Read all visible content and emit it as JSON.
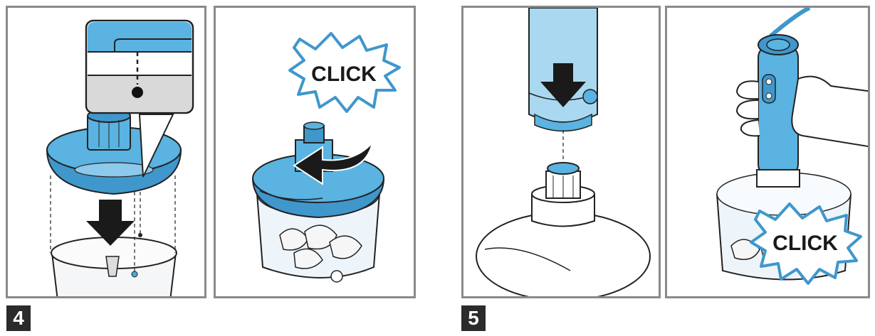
{
  "steps": [
    {
      "number": "4"
    },
    {
      "number": "5"
    }
  ],
  "click_label": "CLICK",
  "colors": {
    "blue": "#4aa8d8",
    "blue_dark": "#2f86b8",
    "blue_light": "#a9d8f0",
    "frame": "#8a8a8a",
    "badge": "#2b2b2b"
  },
  "icons": [
    "arrow-down-icon",
    "rotate-arrow-icon",
    "click-burst-icon"
  ]
}
